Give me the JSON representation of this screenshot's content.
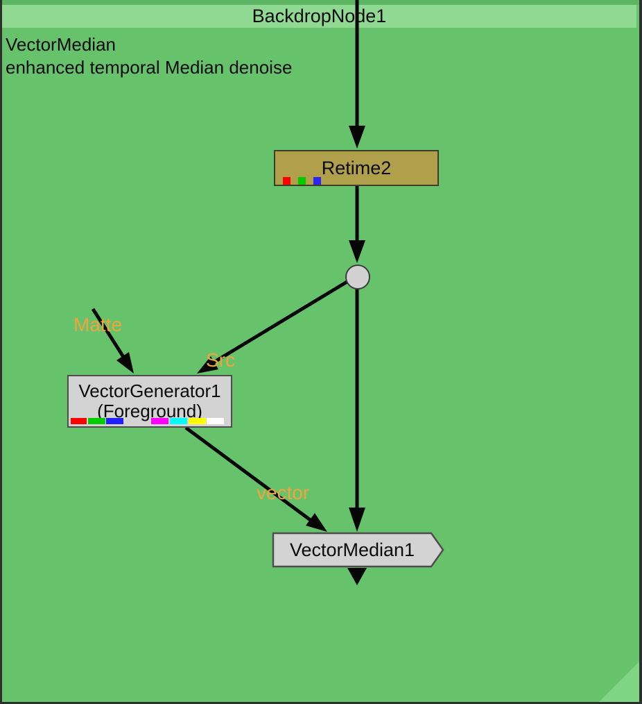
{
  "backdrop": {
    "title": "BackdropNode1",
    "note_line1": "VectorMedian",
    "note_line2": "enhanced temporal Median denoise"
  },
  "nodes": {
    "retime": {
      "label": "Retime2"
    },
    "vector_generator": {
      "label": "VectorGenerator1",
      "sublabel": "(Foreground)"
    },
    "vector_median": {
      "label": "VectorMedian1"
    }
  },
  "edge_labels": {
    "matte": "Matte",
    "src": "Src",
    "vector": "vector"
  },
  "colors": {
    "backdrop_body": "#67c36b",
    "backdrop_header": "#8fd992",
    "retime_fill": "#b0a04b",
    "node_fill": "#d3d3d3",
    "edge_label_orange": "#efa53c",
    "edge_black": "#060606",
    "chips_rgb": [
      "#ff0000",
      "#00cc00",
      "#2a26f5"
    ],
    "chips_channels": [
      "#ff0000",
      "#00cc00",
      "#2020ff",
      "#ff00ff",
      "#00ffff",
      "#ffff00",
      "#ffffff"
    ]
  }
}
